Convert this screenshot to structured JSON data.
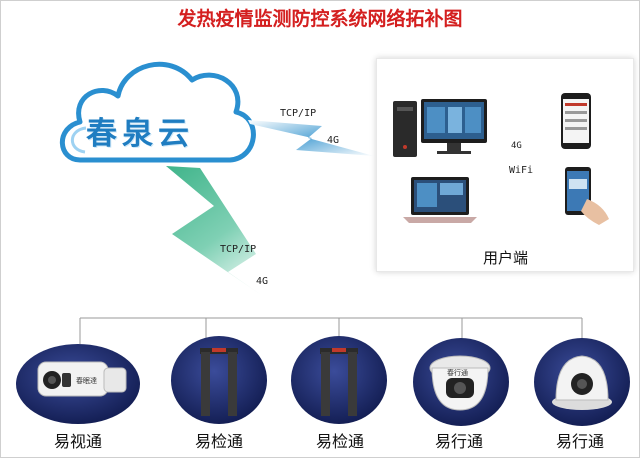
{
  "title": "发热疫情监测防控系统网络拓补图",
  "cloud": {
    "text": "春泉云"
  },
  "links": {
    "cloud_to_user": {
      "protocol": "TCP/IP",
      "network": "4G"
    },
    "cloud_to_devices": {
      "protocol": "TCP/IP",
      "network": "4G"
    }
  },
  "user_terminal": {
    "label": "用户端",
    "net_4g": "4G",
    "net_wifi": "WiFi"
  },
  "devices": [
    {
      "label": "易视通",
      "icon": "thermal-bullet-camera-icon",
      "badge": "春眠達"
    },
    {
      "label": "易检通",
      "icon": "walkthrough-gate-icon"
    },
    {
      "label": "易检通",
      "icon": "walkthrough-gate-icon"
    },
    {
      "label": "易行通",
      "icon": "turret-camera-icon",
      "badge": "春行通"
    },
    {
      "label": "易行通",
      "icon": "dome-camera-icon"
    }
  ],
  "colors": {
    "title": "#d41f1f",
    "cloud": "#2a8fd0",
    "bolt_top": "#5eaad8",
    "bolt_left": "#3fb48a",
    "device_bg": "#1c2a6d"
  }
}
